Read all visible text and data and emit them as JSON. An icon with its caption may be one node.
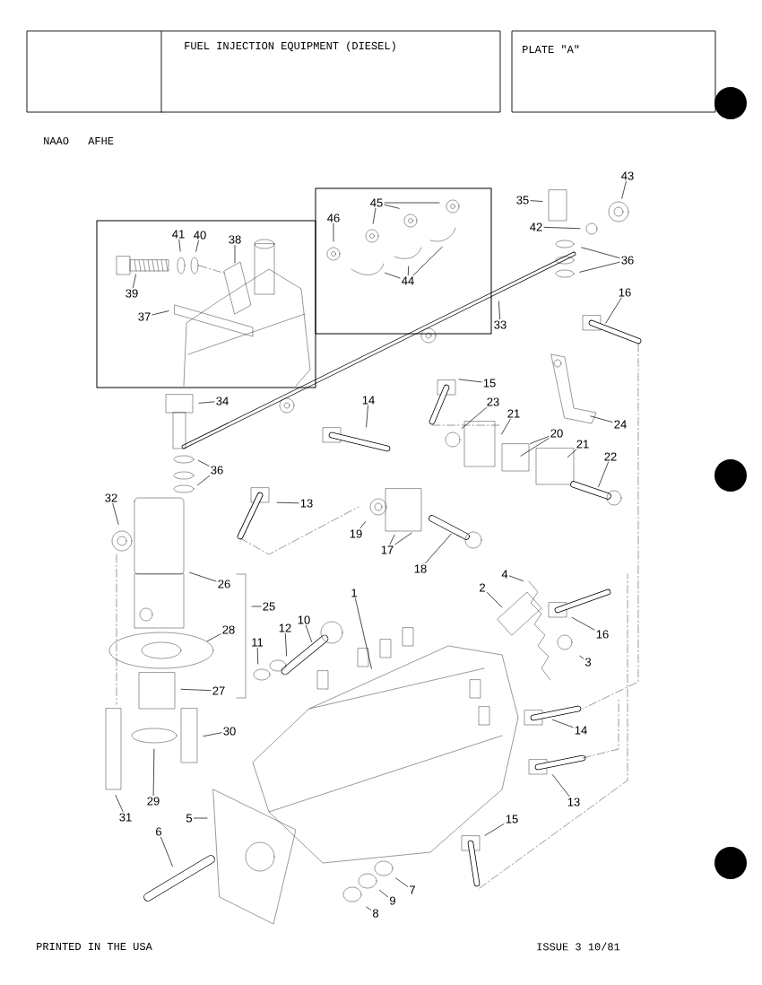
{
  "diagram": {
    "title": "FUEL INJECTION EQUIPMENT (DIESEL)",
    "nodes": [
      {
        "text": [],
        "shape": "box"
      },
      {
        "text": [],
        "shape": "box"
      },
      {
        "text": [
          "45"
        ],
        "in": 1
      },
      {
        "text": [
          "46"
        ],
        "in": 1
      },
      {
        "text": [
          "44"
        ],
        "in": 1
      },
      {
        "text": [
          "35"
        ]
      },
      {
        "text": [
          "43"
        ]
      },
      {
        "text": [
          "42"
        ]
      },
      {
        "text": [
          "41"
        ],
        "in": 0
      },
      {
        "text": [
          "40"
        ],
        "in": 0
      },
      {
        "text": [
          "38"
        ],
        "in": 0
      },
      {
        "text": [
          "36"
        ]
      },
      {
        "text": [
          "39"
        ],
        "in": 0
      },
      {
        "text": [
          "37"
        ],
        "in": 0
      },
      {
        "text": [
          "16"
        ]
      },
      {
        "text": [
          "33"
        ]
      },
      {
        "text": [
          "34"
        ]
      },
      {
        "text": [
          "15"
        ]
      },
      {
        "text": [
          "14"
        ]
      },
      {
        "text": [
          "23"
        ]
      },
      {
        "text": [
          "21"
        ]
      },
      {
        "text": [
          "24"
        ]
      },
      {
        "text": [
          "20"
        ]
      },
      {
        "text": [
          "21"
        ]
      },
      {
        "text": [
          "22"
        ]
      },
      {
        "text": [
          "36"
        ]
      },
      {
        "text": [
          "32"
        ]
      },
      {
        "text": [
          "13"
        ]
      },
      {
        "text": [
          "19"
        ]
      },
      {
        "text": [
          "17"
        ]
      },
      {
        "text": [
          "18"
        ]
      },
      {
        "text": [
          "4"
        ]
      },
      {
        "text": [
          "2"
        ]
      },
      {
        "text": [
          "26"
        ]
      },
      {
        "text": [
          "1"
        ]
      },
      {
        "text": [
          "25"
        ]
      },
      {
        "text": [
          "10"
        ]
      },
      {
        "text": [
          "12"
        ]
      },
      {
        "text": [
          "11"
        ]
      },
      {
        "text": [
          "28"
        ]
      },
      {
        "text": [
          "16"
        ]
      },
      {
        "text": [
          "3"
        ]
      },
      {
        "text": [
          "27"
        ]
      },
      {
        "text": [
          "14"
        ]
      },
      {
        "text": [
          "30"
        ]
      },
      {
        "text": [
          "29"
        ]
      },
      {
        "text": [
          "13"
        ]
      },
      {
        "text": [
          "31"
        ]
      },
      {
        "text": [
          "5"
        ]
      },
      {
        "text": [
          "6"
        ]
      },
      {
        "text": [
          "15"
        ]
      },
      {
        "text": [
          "7"
        ]
      },
      {
        "text": [
          "9"
        ]
      },
      {
        "text": [
          "8"
        ]
      }
    ],
    "edges": [
      {
        "from": 2,
        "to": null,
        "arrow": "none"
      },
      {
        "from": 2,
        "to": null,
        "arrow": "none"
      },
      {
        "from": 2,
        "to": null,
        "arrow": "none"
      },
      {
        "from": 3,
        "to": null,
        "arrow": "none"
      },
      {
        "from": 4,
        "to": null,
        "arrow": "none"
      },
      {
        "from": 4,
        "to": null,
        "arrow": "none"
      },
      {
        "from": 4,
        "to": null,
        "arrow": "none"
      },
      {
        "from": 5,
        "to": null,
        "arrow": "none"
      },
      {
        "from": 6,
        "to": null,
        "arrow": "none"
      },
      {
        "from": 7,
        "to": null,
        "arrow": "none"
      },
      {
        "from": 8,
        "to": null,
        "arrow": "none"
      },
      {
        "from": 9,
        "to": null,
        "arrow": "none"
      },
      {
        "from": 10,
        "to": null,
        "arrow": "none"
      },
      {
        "from": 11,
        "to": null,
        "arrow": "none"
      },
      {
        "from": 11,
        "to": null,
        "arrow": "none"
      },
      {
        "from": 12,
        "to": null,
        "arrow": "none"
      },
      {
        "from": 13,
        "to": null,
        "arrow": "none"
      },
      {
        "from": 14,
        "to": null,
        "arrow": "none"
      },
      {
        "from": 15,
        "to": null,
        "arrow": "none"
      },
      {
        "from": 16,
        "to": null,
        "arrow": "none"
      },
      {
        "from": 17,
        "to": null,
        "arrow": "none"
      },
      {
        "from": 18,
        "to": null,
        "arrow": "none"
      },
      {
        "from": 19,
        "to": null,
        "arrow": "none"
      },
      {
        "from": 20,
        "to": null,
        "arrow": "none"
      },
      {
        "from": 21,
        "to": null,
        "arrow": "none"
      },
      {
        "from": 22,
        "to": null,
        "arrow": "none"
      },
      {
        "from": 22,
        "to": null,
        "arrow": "none"
      },
      {
        "from": 23,
        "to": null,
        "arrow": "none"
      },
      {
        "from": 24,
        "to": null,
        "arrow": "none"
      },
      {
        "from": 25,
        "to": null,
        "arrow": "none"
      },
      {
        "from": 25,
        "to": null,
        "arrow": "none"
      },
      {
        "from": 26,
        "to": null,
        "arrow": "none"
      },
      {
        "from": 27,
        "to": null,
        "arrow": "none"
      },
      {
        "from": 28,
        "to": null,
        "arrow": "none"
      },
      {
        "from": 29,
        "to": null,
        "arrow": "none"
      },
      {
        "from": 29,
        "to": null,
        "arrow": "none"
      },
      {
        "from": 30,
        "to": null,
        "arrow": "none"
      },
      {
        "from": 31,
        "to": null,
        "arrow": "none"
      },
      {
        "from": 32,
        "to": null,
        "arrow": "none"
      },
      {
        "from": 33,
        "to": null,
        "arrow": "none"
      },
      {
        "from": 34,
        "to": null,
        "arrow": "none"
      },
      {
        "from": 35,
        "to": null,
        "arrow": "none"
      },
      {
        "from": 36,
        "to": null,
        "arrow": "none"
      },
      {
        "from": 37,
        "to": null,
        "arrow": "none"
      },
      {
        "from": 38,
        "to": null,
        "arrow": "none"
      },
      {
        "from": 39,
        "to": null,
        "arrow": "none"
      },
      {
        "from": 40,
        "to": null,
        "arrow": "none"
      },
      {
        "from": 41,
        "to": null,
        "arrow": "none"
      },
      {
        "from": 42,
        "to": null,
        "arrow": "none"
      },
      {
        "from": 43,
        "to": null,
        "arrow": "none"
      },
      {
        "from": 44,
        "to": null,
        "arrow": "none"
      },
      {
        "from": 45,
        "to": null,
        "arrow": "none"
      },
      {
        "from": 46,
        "to": null,
        "arrow": "none"
      },
      {
        "from": 47,
        "to": null,
        "arrow": "none"
      },
      {
        "from": 48,
        "to": null,
        "arrow": "none"
      },
      {
        "from": 49,
        "to": null,
        "arrow": "none"
      },
      {
        "from": 50,
        "to": null,
        "arrow": "none"
      },
      {
        "from": 51,
        "to": null,
        "arrow": "none"
      },
      {
        "from": 52,
        "to": null,
        "arrow": "none"
      },
      {
        "from": 53,
        "to": null,
        "arrow": "none"
      }
    ],
    "labels": [
      "PLATE \"A\"",
      "NAAO",
      "AFHE",
      "PRINTED IN THE USA",
      "ISSUE 3 10/81"
    ]
  }
}
